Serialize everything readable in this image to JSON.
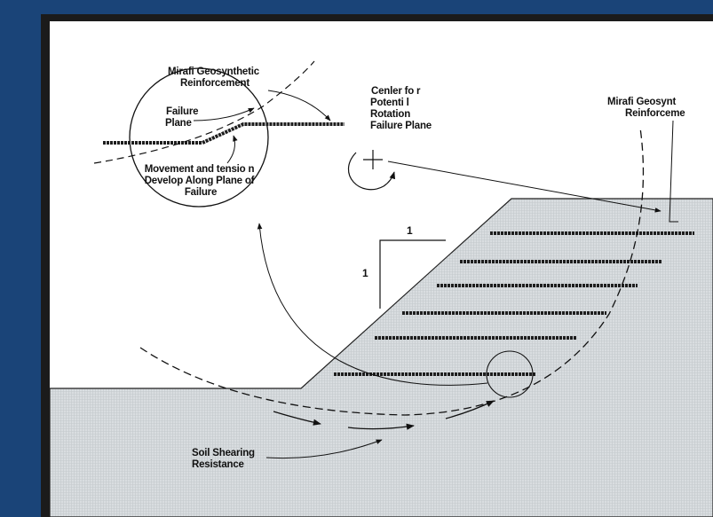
{
  "labels": {
    "inset_reinforcement_l1": "Mirafi Geosynthetic",
    "inset_reinforcement_l2": "Reinforcement",
    "failure_plane_l1": "Failure",
    "failure_plane_l2": "Plane",
    "movement_l1": "Movement and tensio n",
    "movement_l2": "Develop Along Plane of",
    "movement_l3": "Failure",
    "center_l1": "Cenler fo r",
    "center_l2": "Potenti l",
    "center_l3": "Rotation",
    "center_l4": "Failure Plane",
    "right_reinf_l1": "Mirafi Geosynt",
    "right_reinf_l2": "Reinforceme",
    "slope_run": "1",
    "slope_rise": "1",
    "soil_l1": "Soil Shearing",
    "soil_l2": "Resistance"
  },
  "colors": {
    "outer_background": "#1a4478",
    "frame": "#1b1b1b",
    "panel": "#ffffff",
    "soil": "#d9dde0",
    "reinforcement": "#1e1e1e"
  }
}
